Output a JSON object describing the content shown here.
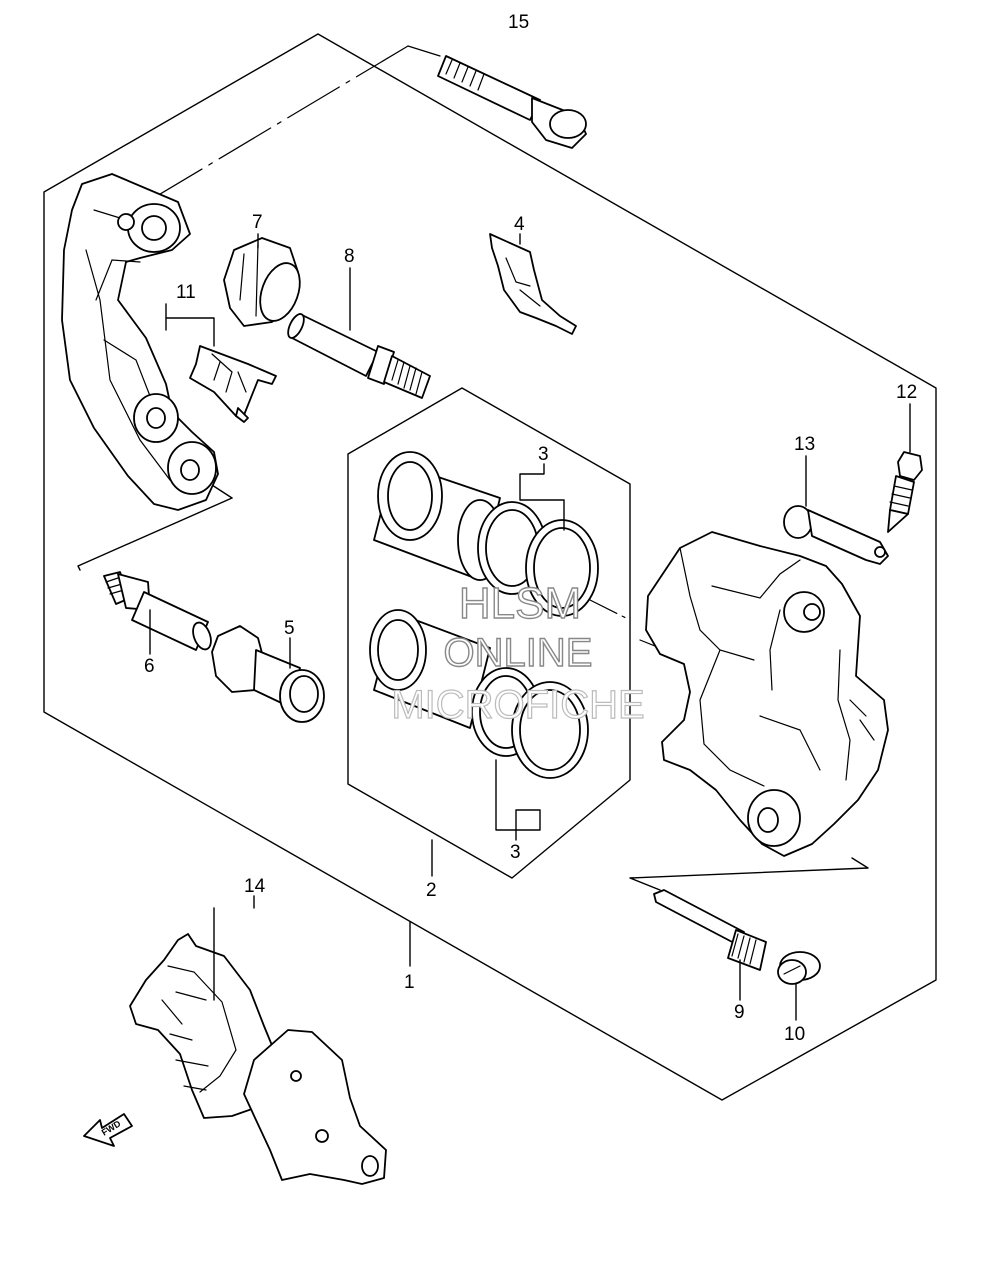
{
  "callouts": {
    "c1": "1",
    "c2": "2",
    "c3a": "3",
    "c3b": "3",
    "c4": "4",
    "c5": "5",
    "c6": "6",
    "c7": "7",
    "c8": "8",
    "c9": "9",
    "c10": "10",
    "c11": "11",
    "c12": "12",
    "c13": "13",
    "c14": "14",
    "c15": "15"
  },
  "watermark": {
    "line1": "HLSM",
    "line2": "ONLINE",
    "line3": "MICROFICHE"
  },
  "fwd_label": "FWD"
}
